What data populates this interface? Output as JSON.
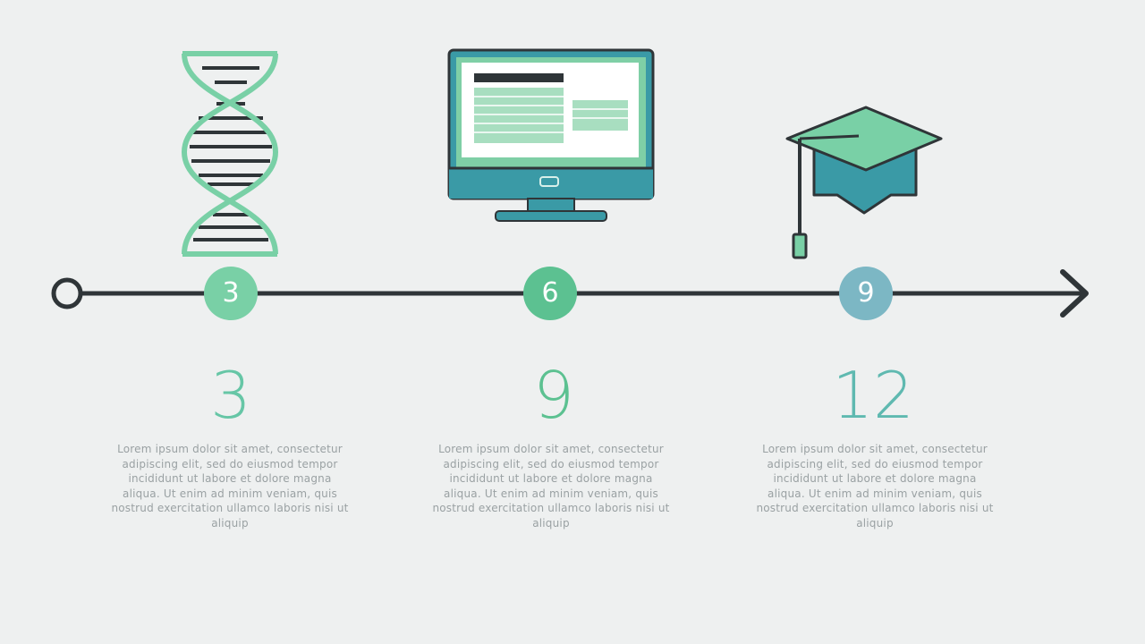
{
  "colors": {
    "background": "#eef0f0",
    "line": "#2f3538",
    "mint": "#79d0a6",
    "green": "#5cc191",
    "blue": "#7cb7c4",
    "teal": "#3a9aa6",
    "number_text": "#66c6a6",
    "body_text": "#9aa1a3"
  },
  "milestones": [
    {
      "icon": "dna-helix-icon",
      "node_label": "3",
      "number": "3",
      "description": "Lorem ipsum dolor sit amet, consectetur adipiscing elit, sed do eiusmod tempor incididunt ut labore et dolore magna aliqua. Ut enim ad minim veniam, quis nostrud exercitation ullamco laboris nisi ut aliquip"
    },
    {
      "icon": "computer-monitor-icon",
      "node_label": "6",
      "number": "9",
      "description": "Lorem ipsum dolor sit amet, consectetur adipiscing elit, sed do eiusmod tempor incididunt ut labore et dolore magna aliqua. Ut enim ad minim veniam, quis nostrud exercitation ullamco laboris nisi ut aliquip"
    },
    {
      "icon": "graduation-cap-icon",
      "node_label": "9",
      "number": "12",
      "description": "Lorem ipsum dolor sit amet, consectetur adipiscing elit, sed do eiusmod tempor incididunt ut labore et dolore magna aliqua. Ut enim ad minim veniam, quis nostrud exercitation ullamco laboris nisi ut aliquip"
    }
  ]
}
